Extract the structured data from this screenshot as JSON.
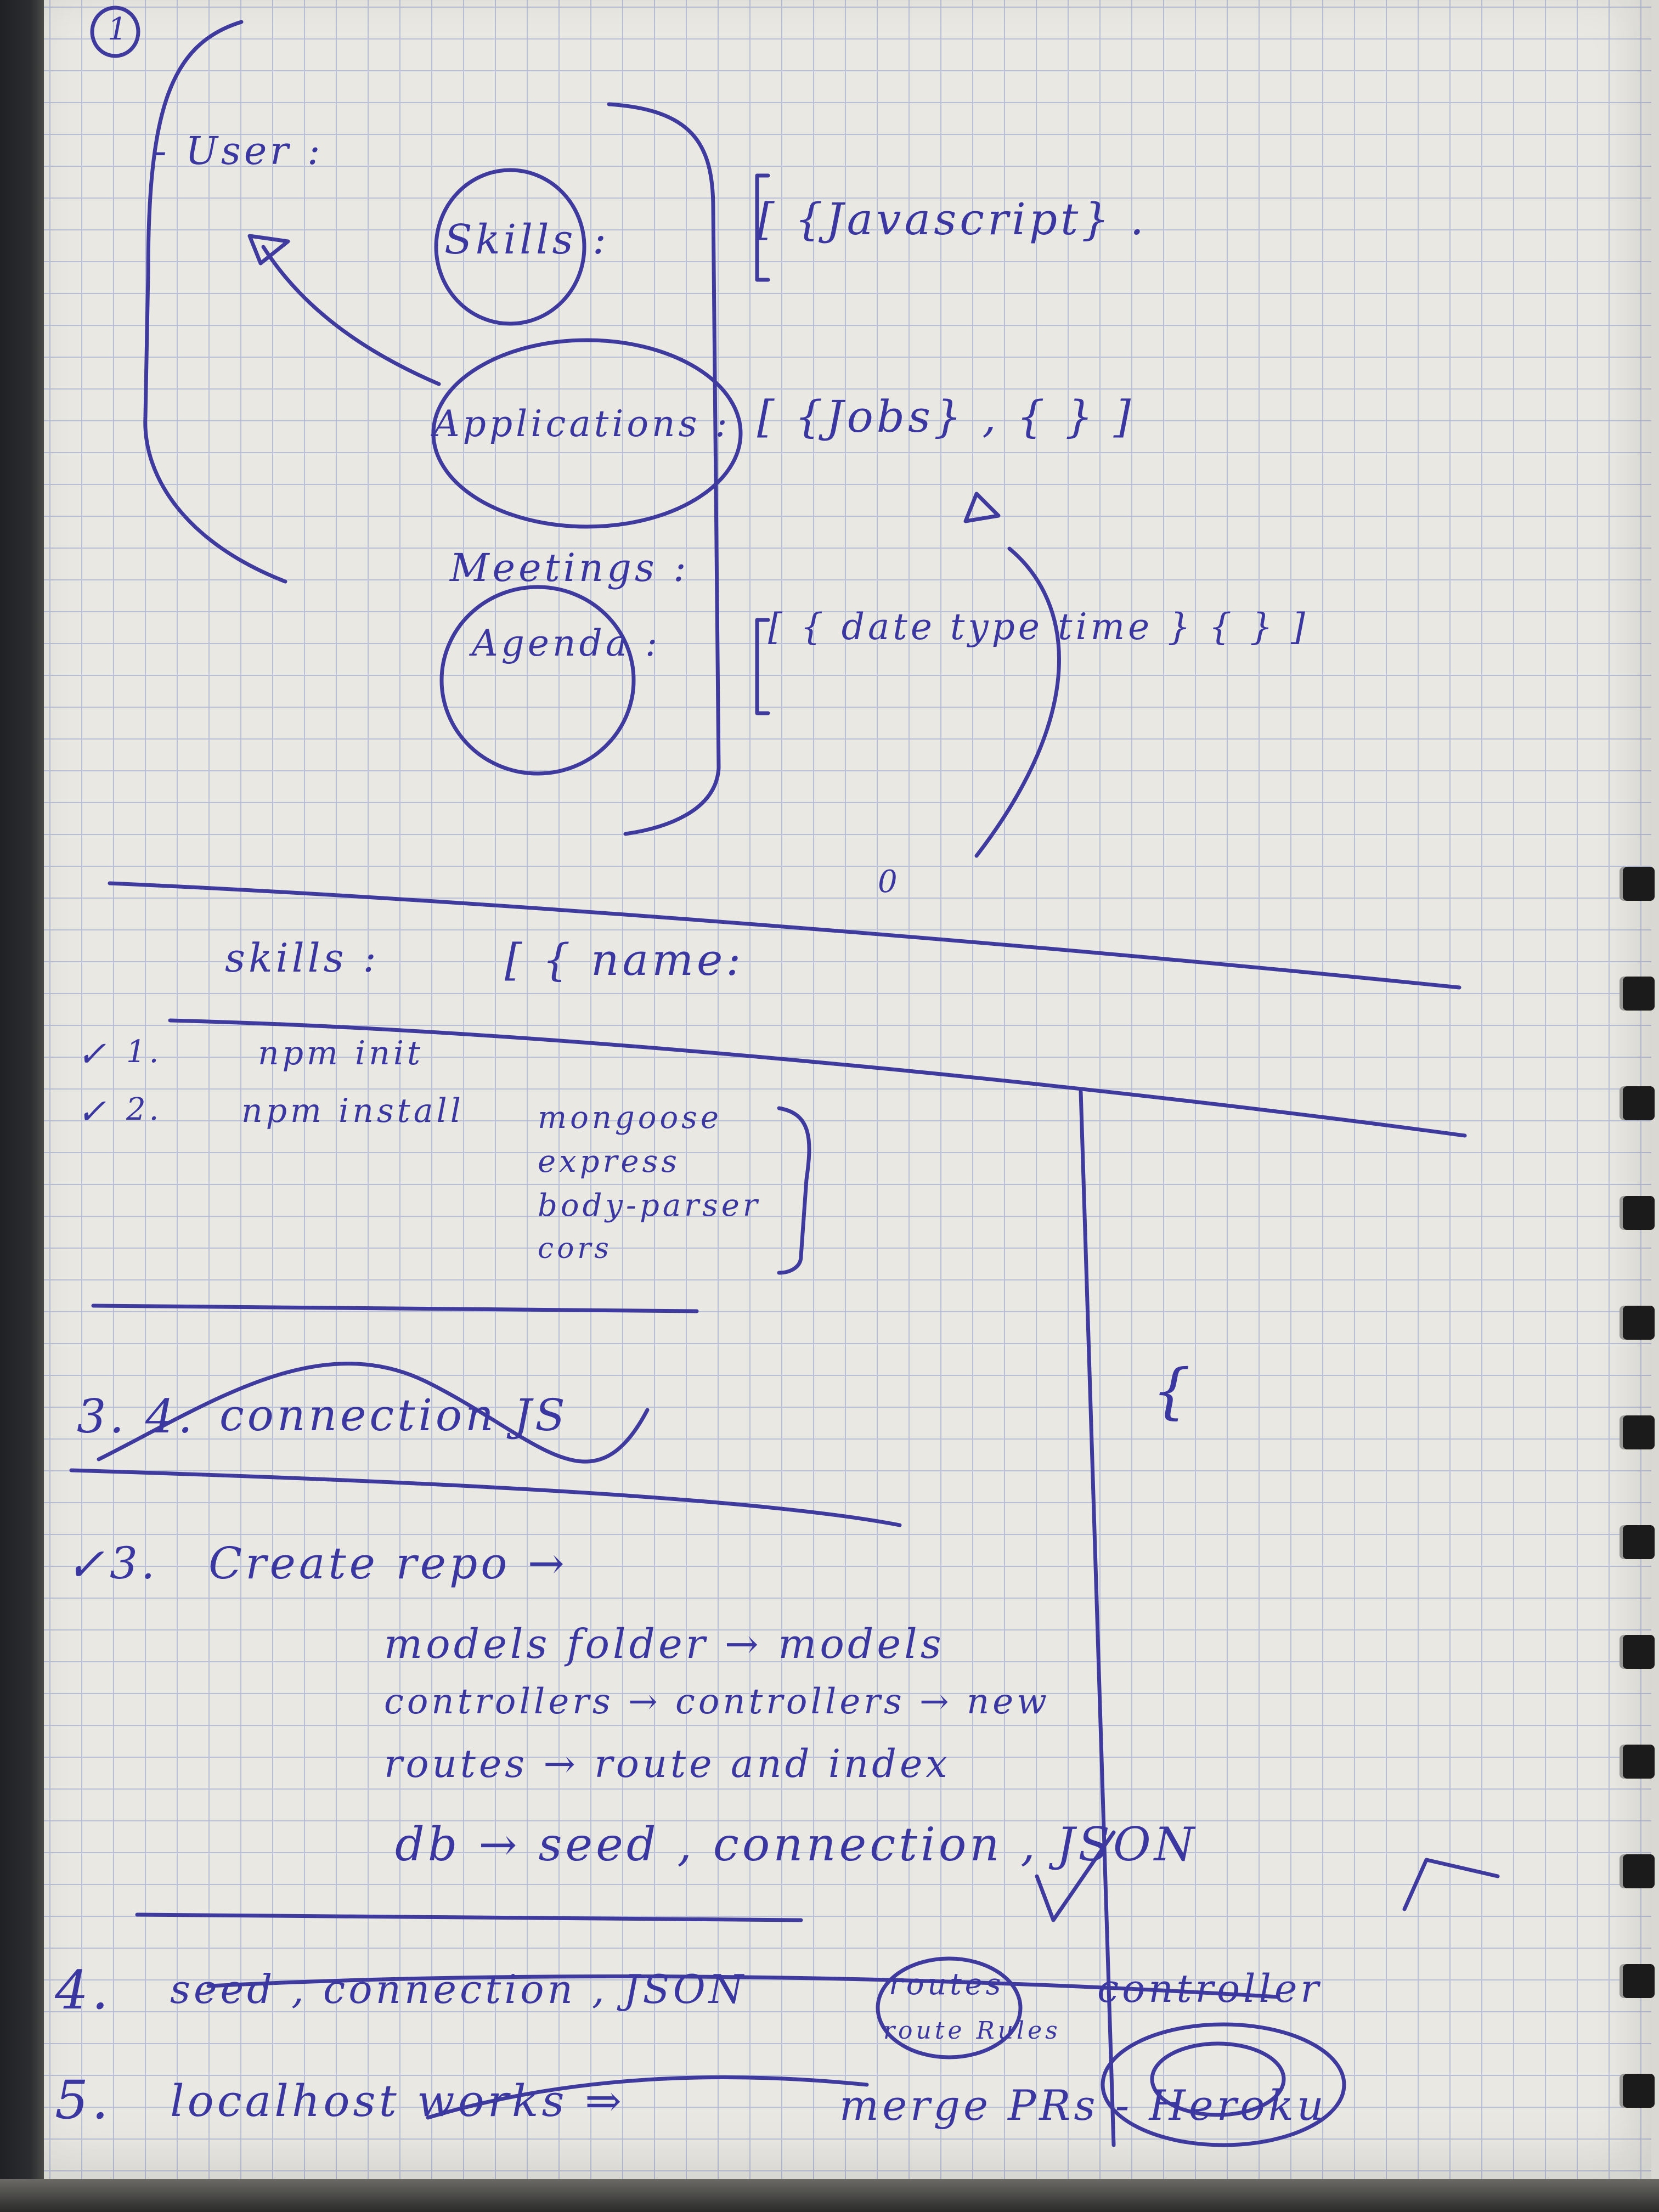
{
  "page": {
    "page_number": "1",
    "schema": {
      "user_label": "- User :",
      "skills_label": "Skills :",
      "skills_value": "[ {Javascript} .",
      "applications_label": "Applications :",
      "applications_value": "[ {Jobs} , { } ]",
      "meetings_label": "Meetings :",
      "agenda_label": "Agenda :",
      "agenda_value": "[ { date type time } { } ]",
      "zero": "0"
    },
    "skills_row": {
      "label": "skills :",
      "value": "[ { name:"
    },
    "steps": [
      {
        "check": "✓",
        "number": "1.",
        "text": "npm init"
      },
      {
        "check": "✓",
        "number": "2.",
        "text": "npm install"
      }
    ],
    "packages": [
      "mongoose",
      "express",
      "body-parser",
      "cors"
    ],
    "crossed_step": {
      "numbers": "3.  4.",
      "text": "connection JS"
    },
    "right_brace": "{",
    "step3": {
      "check": "✓",
      "number": "3.",
      "text": "Create repo →",
      "lines": [
        "models folder → models",
        "controllers → controllers → new",
        "routes → route and index",
        "db → seed , connection , JSON"
      ]
    },
    "step4": {
      "number": "4.",
      "text": "seed , connection , JSON",
      "routes": "routes",
      "route_rules": "route Rules",
      "controller": "controller"
    },
    "step5": {
      "number": "5.",
      "text": "localhost works ⇒",
      "merge": "merge PRs - Heroku"
    }
  }
}
